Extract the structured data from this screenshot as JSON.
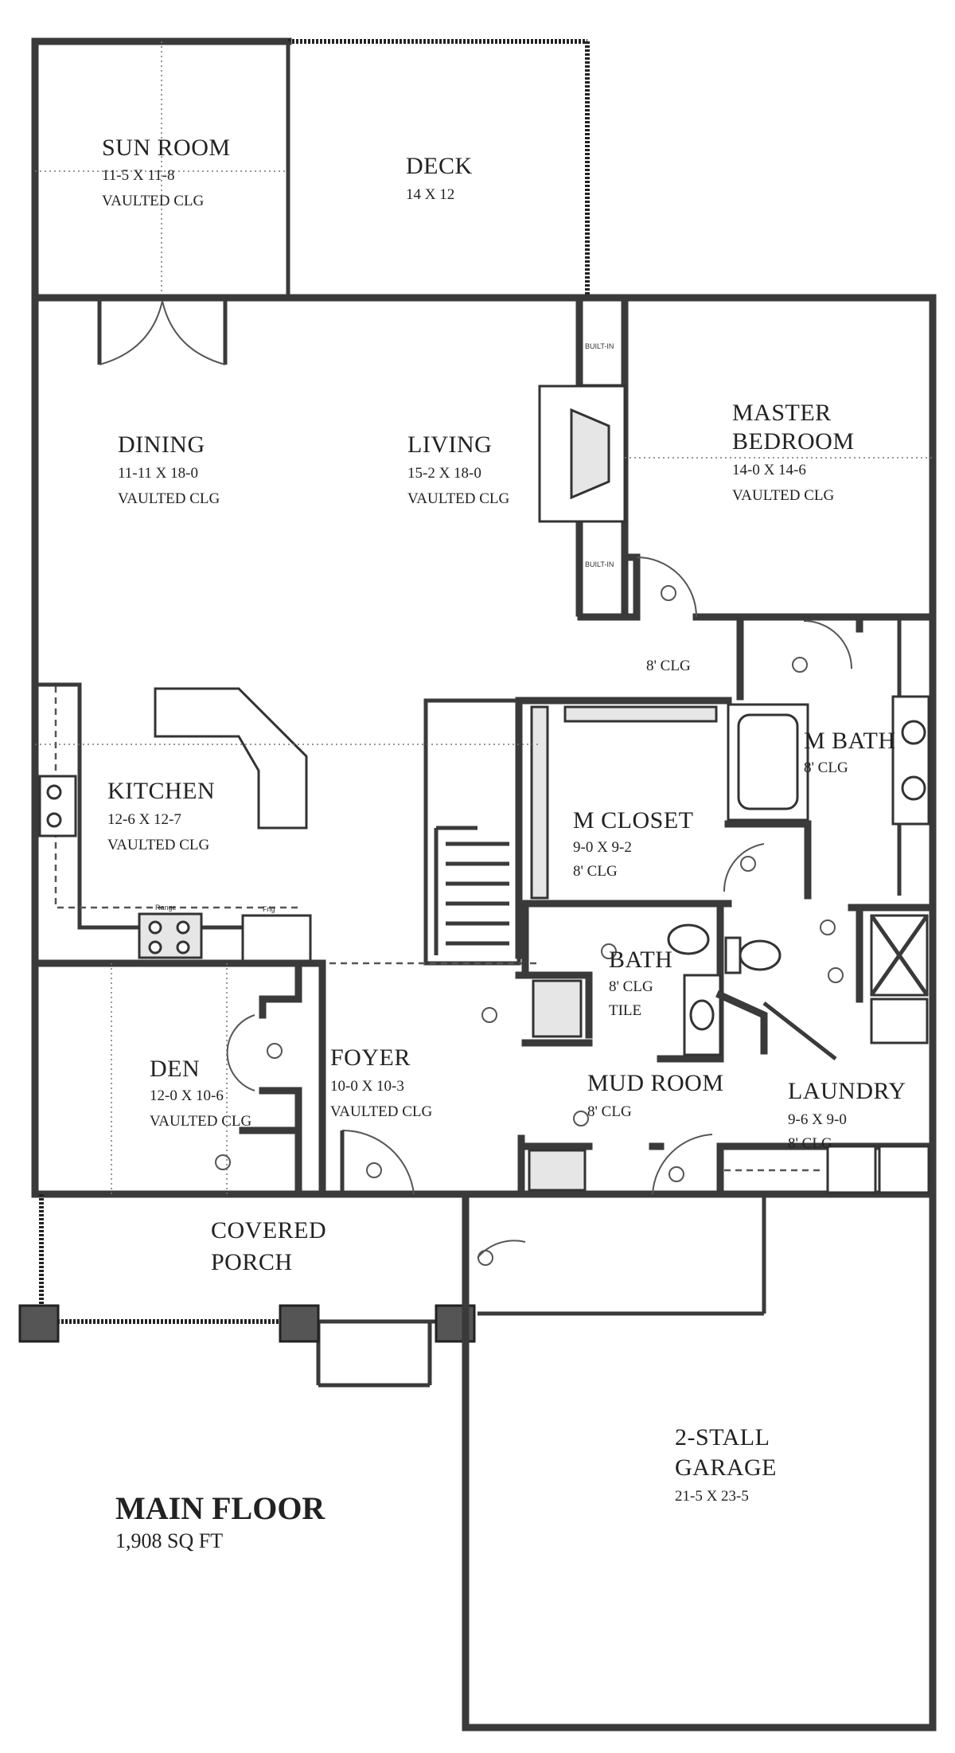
{
  "rooms": {
    "sun_room": {
      "name": "SUN ROOM",
      "dims": "11-5 X 11-8",
      "ceiling": "VAULTED CLG"
    },
    "deck": {
      "name": "DECK",
      "dims": "14 X 12"
    },
    "dining": {
      "name": "DINING",
      "dims": "11-11 X 18-0",
      "ceiling": "VAULTED CLG"
    },
    "living": {
      "name": "LIVING",
      "dims": "15-2 X 18-0",
      "ceiling": "VAULTED CLG"
    },
    "master_bedroom": {
      "name_line1": "MASTER",
      "name_line2": "BEDROOM",
      "dims": "14-0 X 14-6",
      "ceiling": "VAULTED CLG"
    },
    "hall": {
      "ceiling": "8' CLG"
    },
    "m_bath": {
      "name": "M BATH",
      "ceiling": "8' CLG"
    },
    "kitchen": {
      "name": "KITCHEN",
      "dims": "12-6 X 12-7",
      "ceiling": "VAULTED CLG"
    },
    "m_closet": {
      "name": "M CLOSET",
      "dims": "9-0 X 9-2",
      "ceiling": "8' CLG"
    },
    "bath": {
      "name": "BATH",
      "ceiling": "8' CLG",
      "floor": "TILE"
    },
    "den": {
      "name": "DEN",
      "dims": "12-0 X 10-6",
      "ceiling": "VAULTED CLG"
    },
    "foyer": {
      "name": "FOYER",
      "dims": "10-0 X 10-3",
      "ceiling": "VAULTED CLG"
    },
    "mud_room": {
      "name": "MUD ROOM",
      "ceiling": "8' CLG"
    },
    "laundry": {
      "name": "LAUNDRY",
      "dims": "9-6 X 9-0",
      "ceiling": "8' CLG"
    },
    "covered_porch": {
      "name_line1": "COVERED",
      "name_line2": "PORCH"
    },
    "garage": {
      "name_line1": "2-STALL",
      "name_line2": "GARAGE",
      "dims": "21-5 X 23-5"
    }
  },
  "fixtures": {
    "built_in": "BUILT-IN",
    "range": "Range",
    "refrigerator": "Frig"
  },
  "floor": {
    "title": "MAIN FLOOR",
    "area": "1,908 SQ FT"
  },
  "colors": {
    "wall": "#3a3a3a",
    "background": "#ffffff"
  }
}
